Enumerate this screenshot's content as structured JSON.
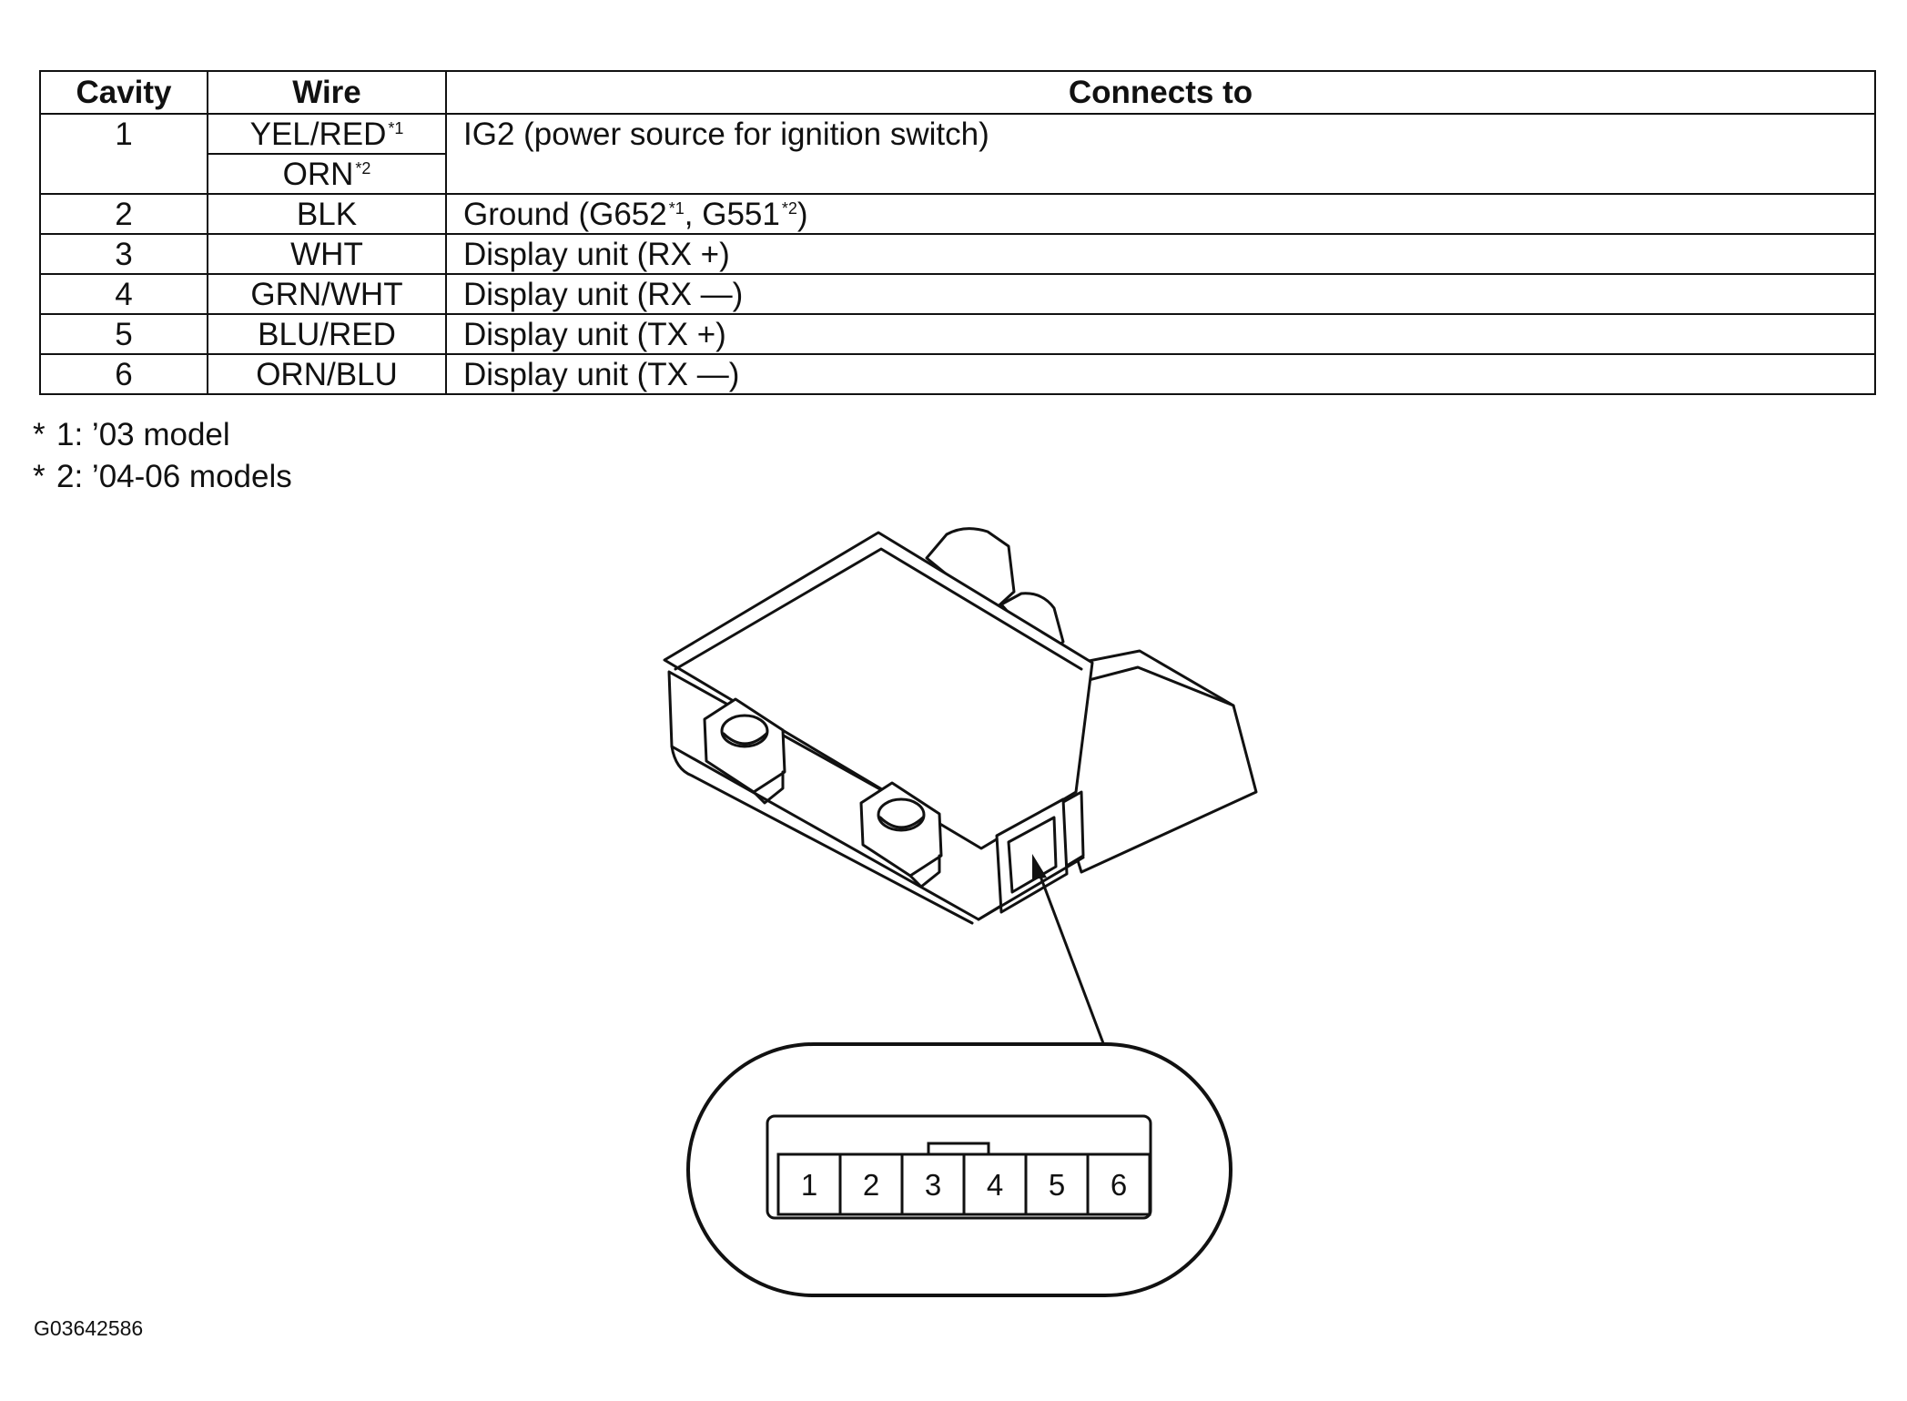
{
  "table": {
    "headers": [
      "Cavity",
      "Wire",
      "Connects to"
    ],
    "rows": [
      {
        "cavity": "1",
        "wire": "YEL/RED",
        "wire_note": "*1",
        "wire_alt": "ORN",
        "wire_alt_note": "*2",
        "connects_to": "IG2 (power source for ignition switch)"
      },
      {
        "cavity": "2",
        "wire": "BLK",
        "connects_to_pre": "Ground (G652",
        "note_a": "*1",
        "connects_to_mid": ", G551",
        "note_b": "*2",
        "connects_to_post": ")"
      },
      {
        "cavity": "3",
        "wire": "WHT",
        "connects_to": "Display unit (RX +)"
      },
      {
        "cavity": "4",
        "wire": "GRN/WHT",
        "connects_to": "Display unit (RX —)"
      },
      {
        "cavity": "5",
        "wire": "BLU/RED",
        "connects_to": "Display unit (TX +)"
      },
      {
        "cavity": "6",
        "wire": "ORN/BLU",
        "connects_to": "Display unit (TX —)"
      }
    ]
  },
  "footnotes": [
    {
      "marker": "*",
      "text": "1: ’03 model"
    },
    {
      "marker": "*",
      "text": "2: ’04-06 models"
    }
  ],
  "connector": {
    "pins": [
      "1",
      "2",
      "3",
      "4",
      "5",
      "6"
    ]
  },
  "figure_code": "G03642586"
}
